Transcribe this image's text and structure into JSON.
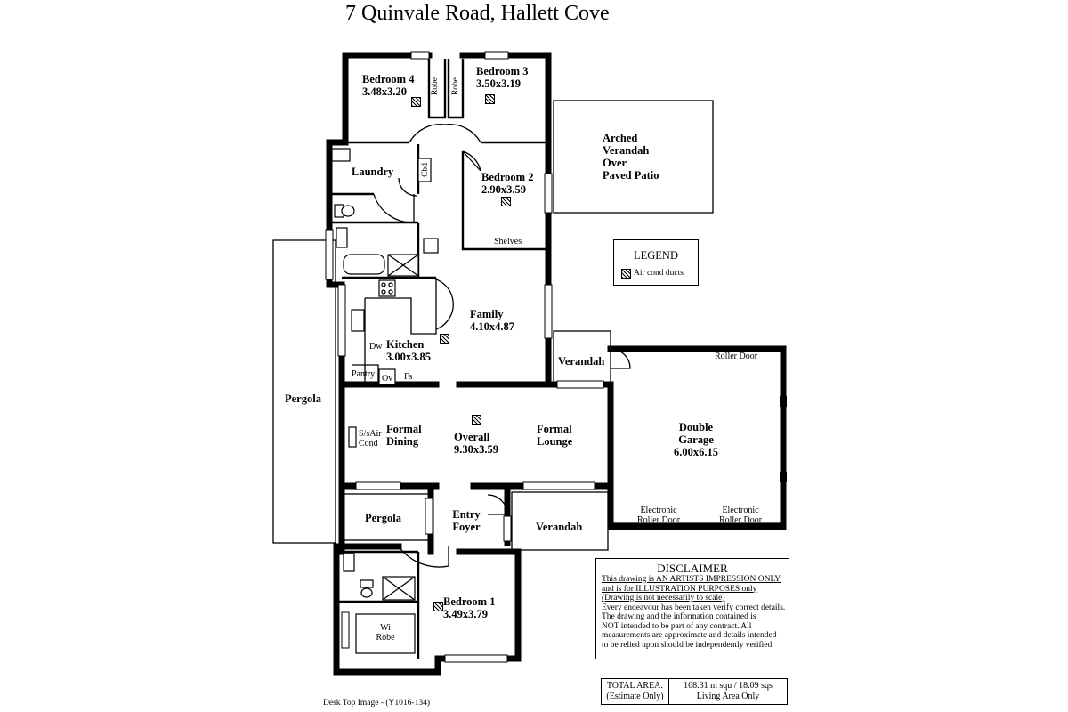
{
  "title": "7 Quinvale Road, Hallett Cove",
  "rooms": {
    "bedroom4": {
      "name": "Bedroom 4",
      "size": "3.48x3.20"
    },
    "bedroom3": {
      "name": "Bedroom 3",
      "size": "3.50x3.19"
    },
    "bedroom2": {
      "name": "Bedroom 2",
      "size": "2.90x3.59"
    },
    "bedroom1": {
      "name": "Bedroom 1",
      "size": "3.49x3.79"
    },
    "robe_left": "Robe",
    "robe_right": "Robe",
    "laundry": "Laundry",
    "cbd": "Cbd",
    "shelves": "Shelves",
    "family": {
      "name": "Family",
      "size": "4.10x4.87"
    },
    "kitchen": {
      "name": "Kitchen",
      "size": "3.00x3.85"
    },
    "dw": "Dw",
    "pantry": "Pantry",
    "ov": "Ov",
    "fs": "Fs",
    "verandah_small": "Verandah",
    "formal_dining": [
      "Formal",
      "Dining"
    ],
    "overall": {
      "name": "Overall",
      "size": "9.30x3.59"
    },
    "formal_lounge": [
      "Formal",
      "Lounge"
    ],
    "sair": [
      "S/sAir",
      "Cond"
    ],
    "pergola_left": "Pergola",
    "pergola_small": "Pergola",
    "entry_foyer": [
      "Entry",
      "Foyer"
    ],
    "verandah_front": "Verandah",
    "wi_robe": [
      "Wi",
      "Robe"
    ],
    "arched": [
      "Arched",
      "Verandah",
      "Over",
      "Paved Patio"
    ],
    "garage": {
      "name": [
        "Double",
        "Garage"
      ],
      "size": "6.00x6.15"
    },
    "roller_door": "Roller Door",
    "electronic_roller_1": [
      "Electronic",
      "Roller Door"
    ],
    "electronic_roller_2": [
      "Electronic",
      "Roller Door"
    ]
  },
  "legend": {
    "title": "LEGEND",
    "item": "Air cond ducts"
  },
  "disclaimer": {
    "title": "DISCLAIMER",
    "underlined": [
      "This drawing is AN ARTISTS IMPRESSION ONLY",
      "and is for ILLUSTRATION PURPOSES only",
      "(Drawing is not necessarily to scale)"
    ],
    "lines": [
      "Every endeavour has been taken verify correct details.",
      "The drawing and the information contained is",
      "NOT intended to be part of any contract.  All",
      "measurements are approximate and details intended",
      "to be relied upon should be independently verified."
    ]
  },
  "total_area": {
    "label": [
      "TOTAL AREA:",
      "(Estimate Only)"
    ],
    "value": [
      "168.31 m squ /  18.09 sqs",
      "Living Area Only"
    ]
  },
  "footer": "Desk Top Image -   (Y1016-134)"
}
